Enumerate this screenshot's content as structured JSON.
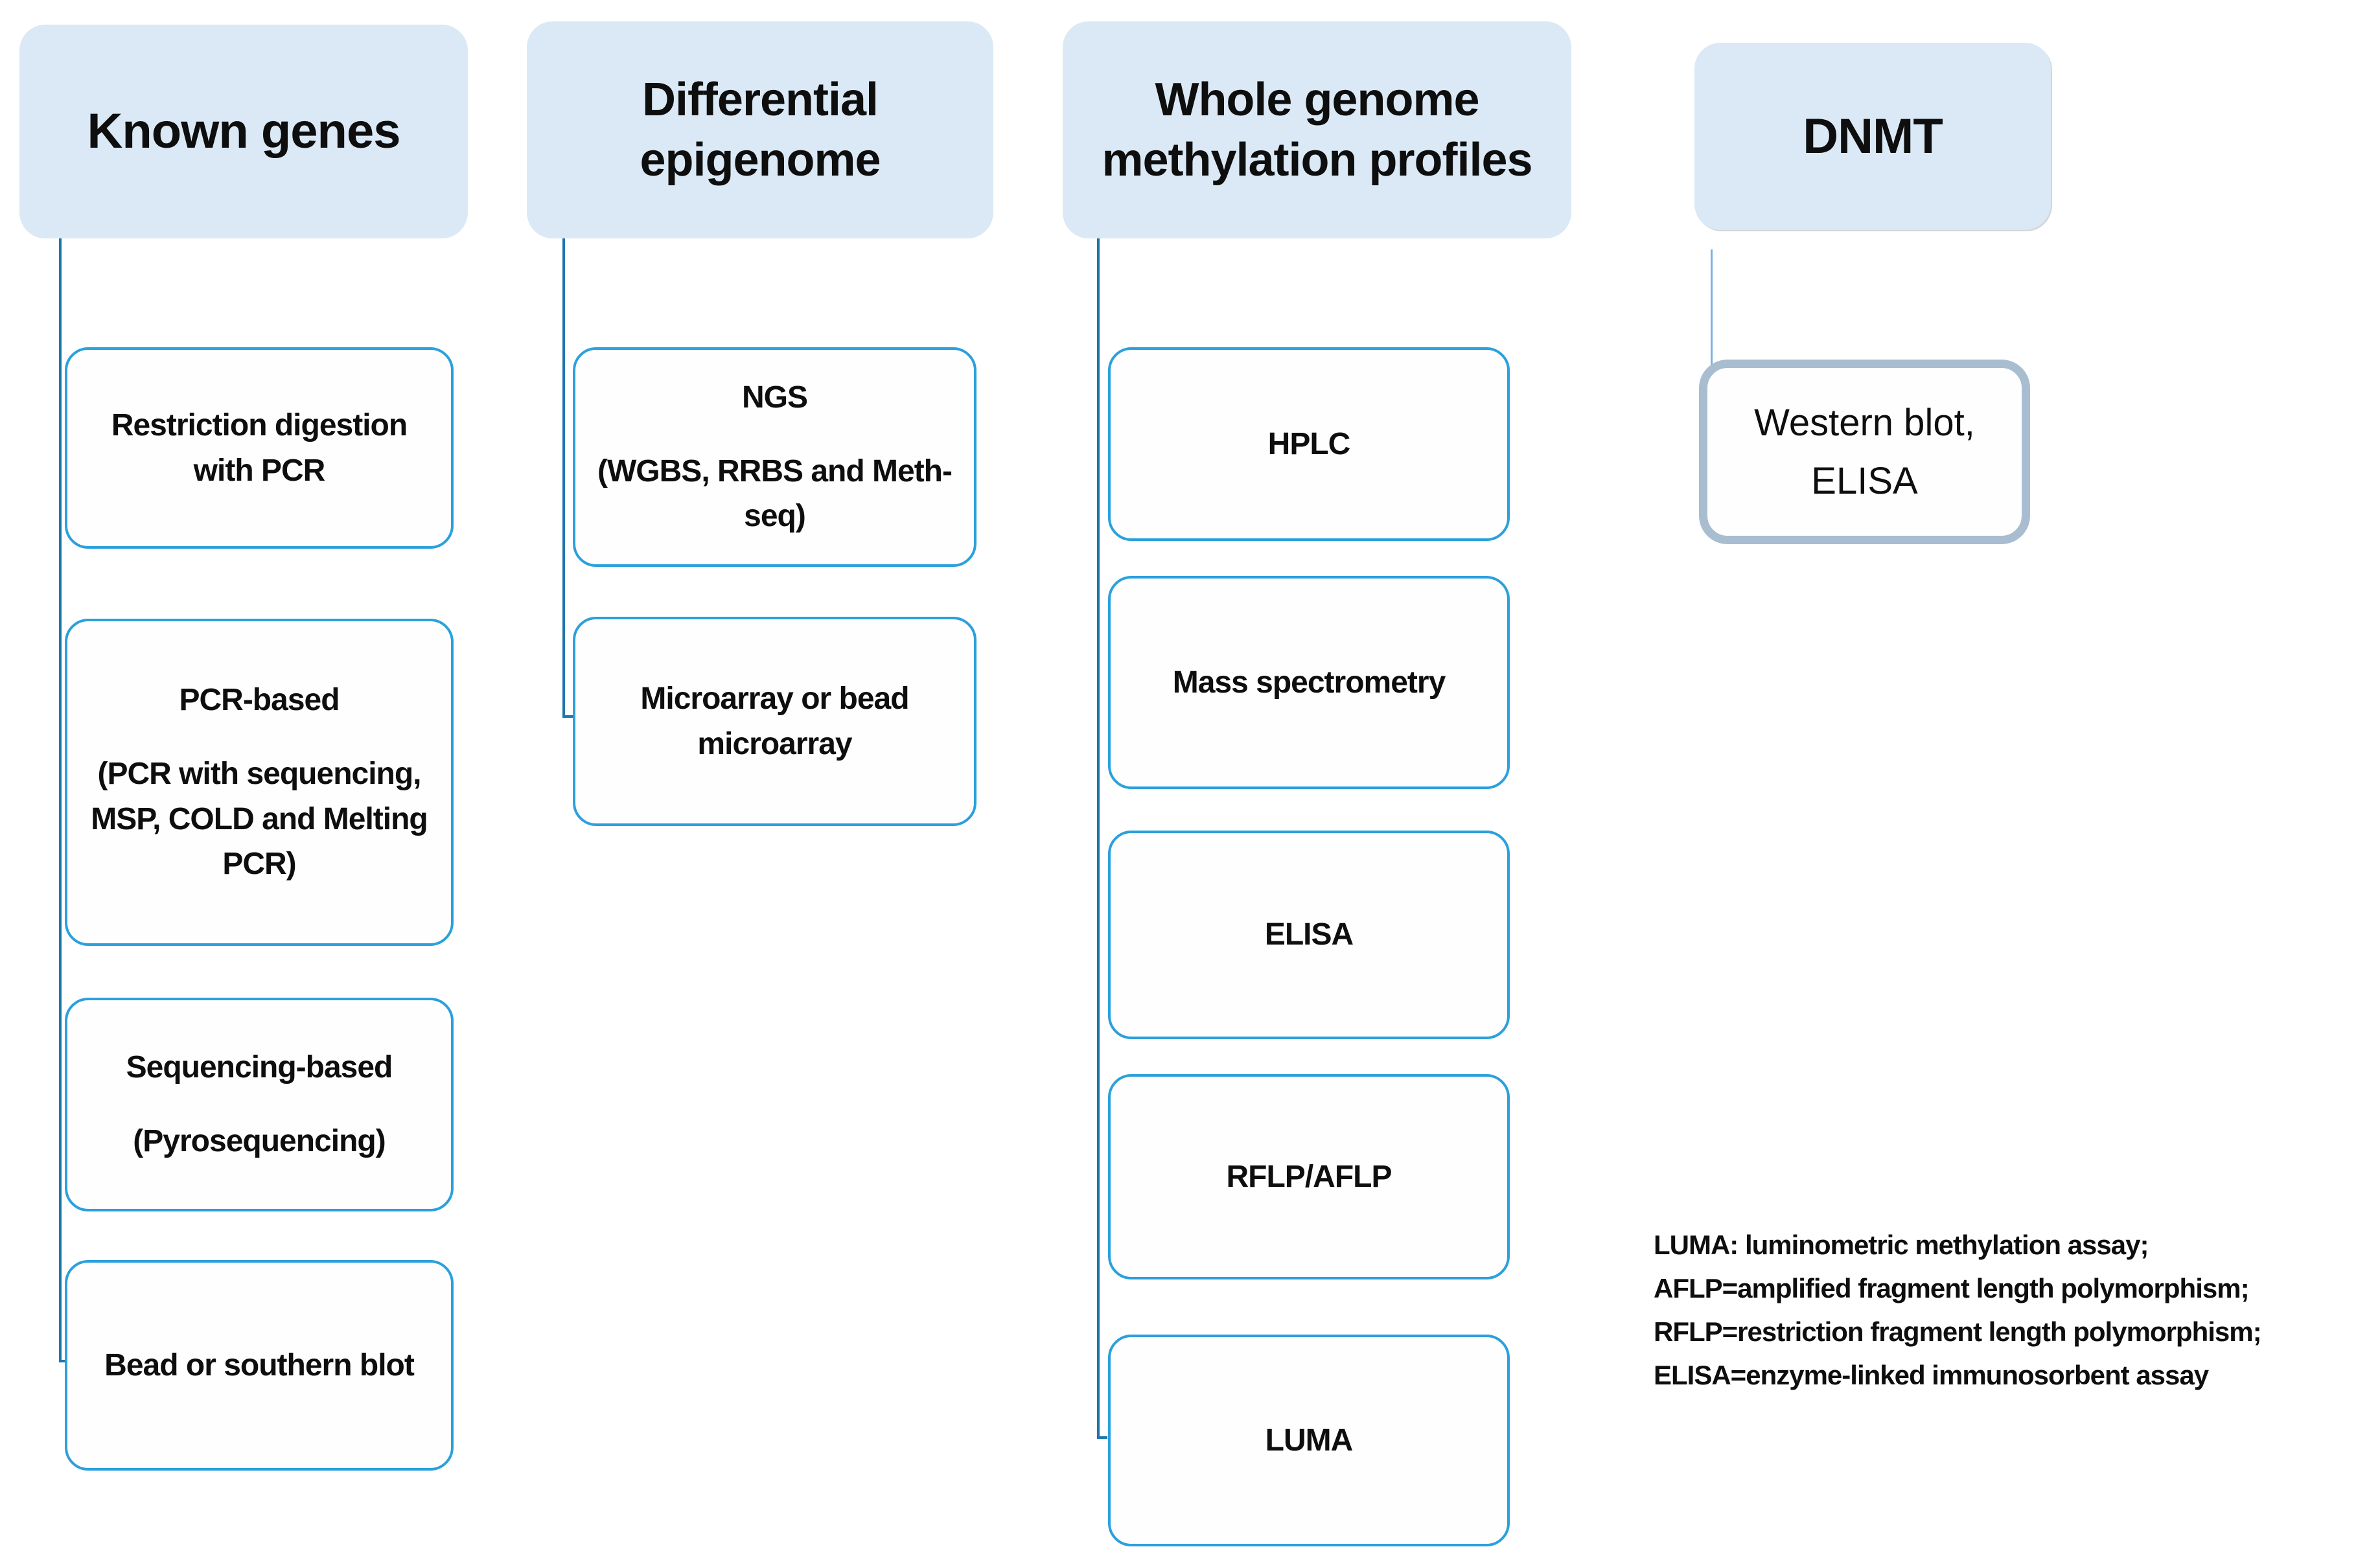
{
  "columns": [
    {
      "header_lines": [
        "Known genes"
      ],
      "items": [
        {
          "title": "Restriction digestion with PCR"
        },
        {
          "title": "PCR-based",
          "subtitle": "(PCR with sequencing, MSP, COLD and Melting PCR)"
        },
        {
          "title": "Sequencing-based",
          "subtitle": "(Pyrosequencing)"
        },
        {
          "title": "Bead or southern blot"
        }
      ]
    },
    {
      "header_lines": [
        "Differential",
        "epigenome"
      ],
      "items": [
        {
          "title": "NGS",
          "subtitle": "(WGBS, RRBS and Meth-seq)"
        },
        {
          "title": "Microarray or bead microarray"
        }
      ]
    },
    {
      "header_lines": [
        "Whole genome",
        "methylation profiles"
      ],
      "items": [
        {
          "title": "HPLC"
        },
        {
          "title": "Mass spectrometry"
        },
        {
          "title": "ELISA"
        },
        {
          "title": "RFLP/AFLP"
        },
        {
          "title": "LUMA"
        }
      ]
    },
    {
      "header_lines": [
        "DNMT"
      ],
      "items": [
        {
          "line1": "Western blot,",
          "line2": "ELISA"
        }
      ]
    }
  ],
  "footnote_lines": [
    "LUMA: luminometric methylation assay;",
    "AFLP=amplified fragment length polymorphism;",
    "RFLP=restriction fragment length polymorphism;",
    "ELISA=enzyme-linked immunosorbent assay"
  ],
  "colors": {
    "header_fill": "#dae9f5",
    "item_border": "#2ba0dd",
    "connector": "#1f75ad",
    "connector_light": "#79b3e3",
    "dnmt_item_border": "#a9bdd1"
  }
}
